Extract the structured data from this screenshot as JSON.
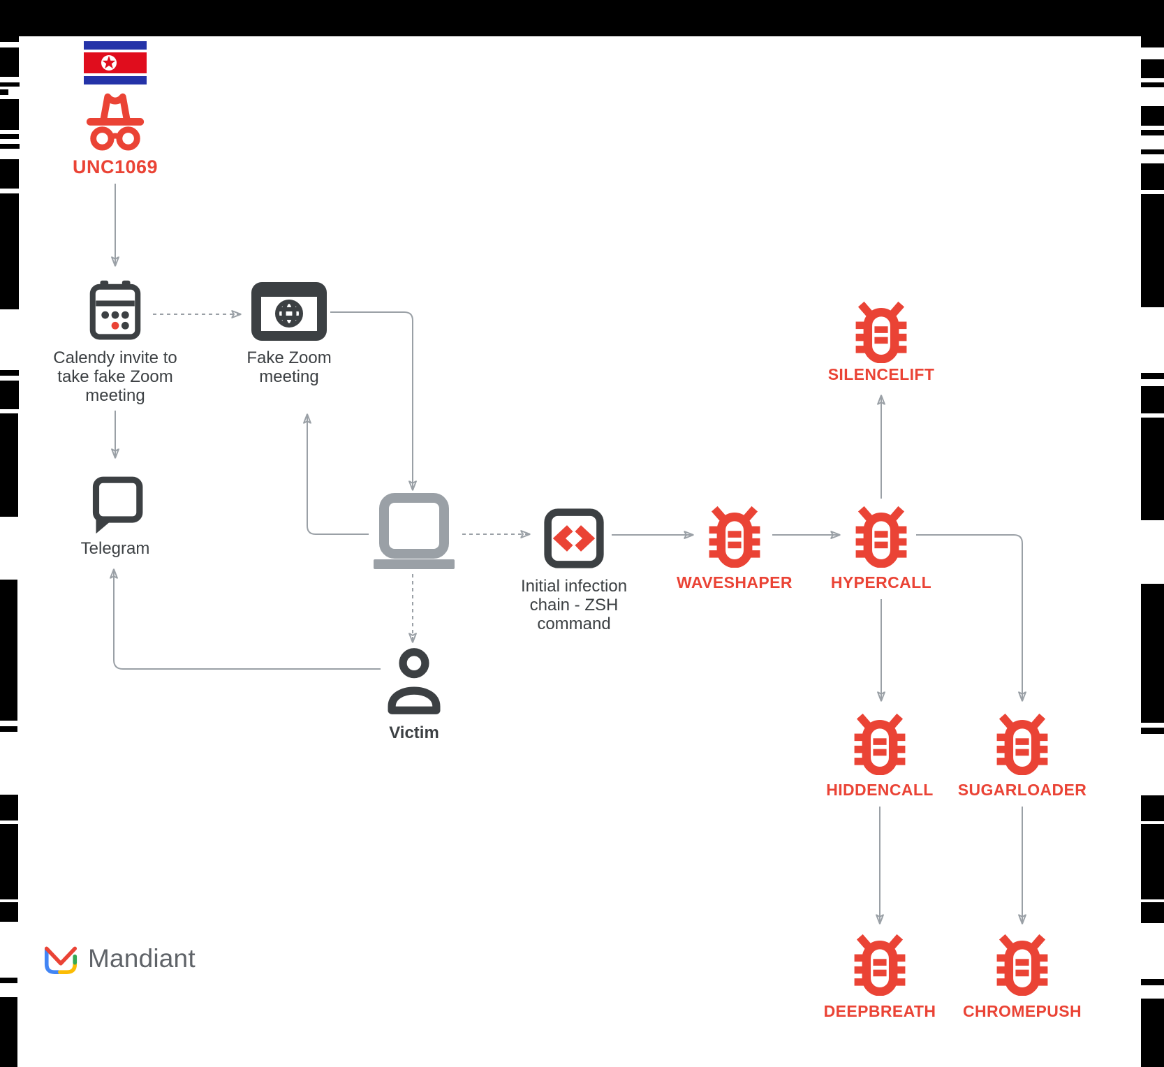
{
  "actor": {
    "label": "UNC1069"
  },
  "nodes": {
    "calendly": {
      "label": "Calendy invite to\ntake fake Zoom\nmeeting"
    },
    "fake_zoom": {
      "label": "Fake Zoom\nmeeting"
    },
    "telegram": {
      "label": "Telegram"
    },
    "victim": {
      "label": "Victim"
    },
    "infection": {
      "label": "Initial infection\nchain - ZSH\ncommand"
    },
    "waveshaper": {
      "label": "WAVESHAPER"
    },
    "hypercall": {
      "label": "HYPERCALL"
    },
    "silencelift": {
      "label": "SILENCELIFT"
    },
    "hiddencall": {
      "label": "HIDDENCALL"
    },
    "sugarloader": {
      "label": "SUGARLOADER"
    },
    "deepbreath": {
      "label": "DEEPBREATH"
    },
    "chromepush": {
      "label": "CHROMEPUSH"
    }
  },
  "colors": {
    "malware_red": "#EA4335",
    "icon_dark": "#3C4043",
    "line_gray": "#9AA0A6",
    "flag_blue": "#2433A8",
    "flag_red": "#E00D1D",
    "brand_gray": "#5F6368"
  },
  "footer": {
    "brand": "Mandiant"
  }
}
